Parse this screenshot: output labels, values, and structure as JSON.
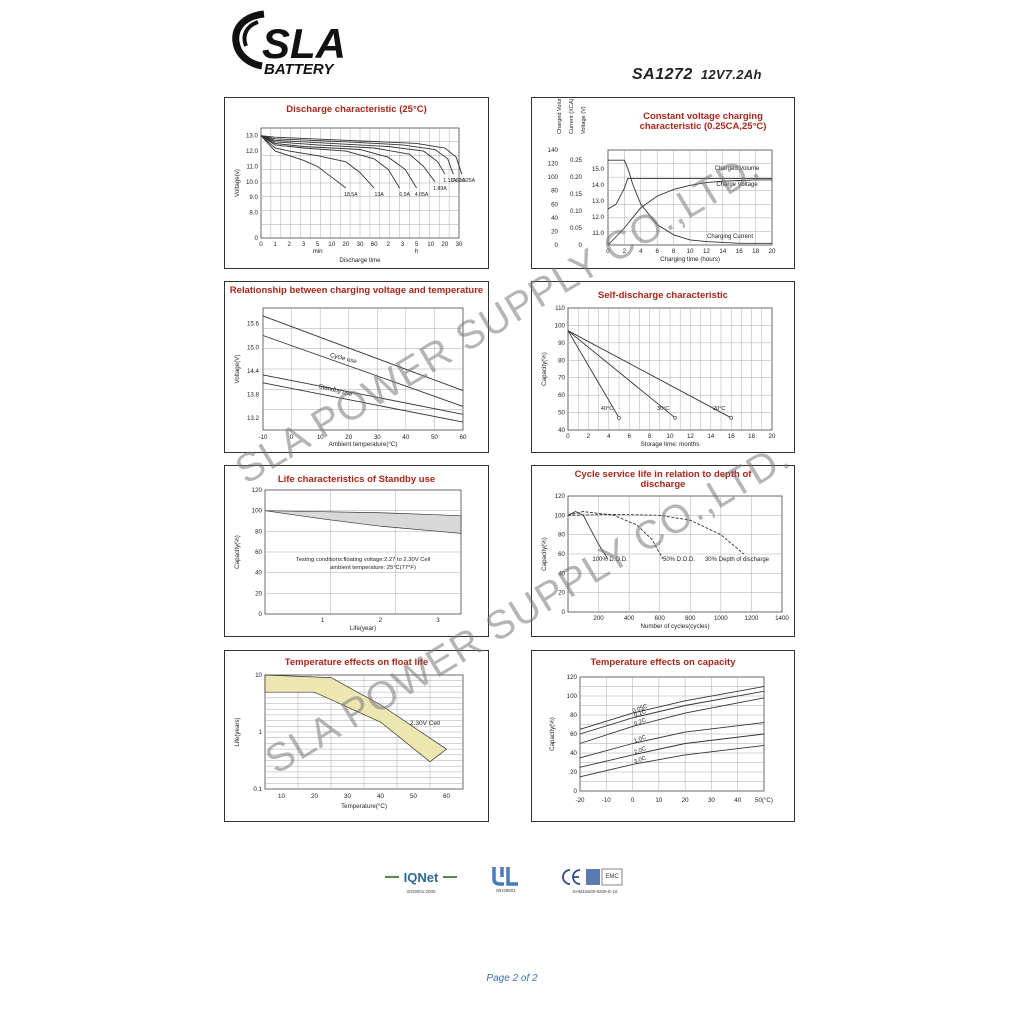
{
  "brand": {
    "logo_top": "SLA",
    "logo_bottom": "BATTERY"
  },
  "model": {
    "code": "SA1272",
    "rating": "12V7.2Ah"
  },
  "watermark": {
    "text1": "SLA POWER SUPPLY CO.,LTD.",
    "text2": "SLA POWER SUPPLY CO.,LTD."
  },
  "footer": {
    "page": "Page 2 of 2"
  },
  "certs": {
    "iqnet": "IQNet",
    "iso": "ISO9001:2000",
    "ul": "MH28801",
    "ce_code": "SHM15608-9205-E-16",
    "emc": "EMC"
  },
  "colors": {
    "title": "#b02418",
    "grid": "#999999",
    "line": "#333333",
    "footer": "#3b6fb5"
  },
  "chart_data": [
    {
      "id": "discharge",
      "type": "line",
      "title": "Discharge characteristic (25°C)",
      "ylabel": "Voltage(v)",
      "xlabel": "Discharge time",
      "x_units": [
        "min",
        "h"
      ],
      "x_ticks": [
        "0",
        "1",
        "2",
        "3",
        "5",
        "10",
        "20",
        "30",
        "60",
        "2",
        "3",
        "5",
        "10",
        "20",
        "30"
      ],
      "y_ticks": [
        "0",
        "8.0",
        "9.0",
        "10.0",
        "11.0",
        "12.0",
        "13.0"
      ],
      "ylim": [
        0,
        13.5
      ],
      "series": [
        {
          "name": "18.5A",
          "x": [
            0,
            1,
            2,
            3,
            4,
            5,
            6
          ],
          "y": [
            13.0,
            12.0,
            11.7,
            11.4,
            11.0,
            10.3,
            9.6
          ]
        },
        {
          "name": "13A",
          "x": [
            0,
            1,
            2,
            4,
            6,
            7,
            8
          ],
          "y": [
            13.0,
            12.2,
            12.0,
            11.7,
            11.3,
            10.6,
            9.6
          ]
        },
        {
          "name": "6.5A",
          "x": [
            0,
            1,
            3,
            6,
            8,
            9,
            9.8
          ],
          "y": [
            13.0,
            12.4,
            12.2,
            12.0,
            11.5,
            10.8,
            9.6
          ]
        },
        {
          "name": "4.05A",
          "x": [
            0,
            1,
            3,
            7,
            9,
            10.2,
            11
          ],
          "y": [
            13.0,
            12.5,
            12.3,
            12.1,
            11.6,
            10.8,
            9.6
          ]
        },
        {
          "name": "1.89A",
          "x": [
            0,
            1,
            4,
            8,
            10.5,
            11.5,
            12.3
          ],
          "y": [
            13.0,
            12.6,
            12.4,
            12.2,
            11.8,
            11.0,
            10.0
          ]
        },
        {
          "name": "1.11A",
          "x": [
            0,
            1,
            5,
            9,
            11.5,
            12.5,
            13
          ],
          "y": [
            13.0,
            12.7,
            12.5,
            12.3,
            12.0,
            11.3,
            10.5
          ]
        },
        {
          "name": "0.63A",
          "x": [
            0,
            1,
            6,
            10,
            12.3,
            13.2,
            13.6
          ],
          "y": [
            13.0,
            12.8,
            12.6,
            12.4,
            12.1,
            11.5,
            10.5
          ]
        },
        {
          "name": "0.325A",
          "x": [
            0,
            1,
            6,
            11,
            13,
            13.8,
            14.2
          ],
          "y": [
            13.0,
            12.9,
            12.7,
            12.5,
            12.2,
            11.6,
            10.5
          ]
        }
      ]
    },
    {
      "id": "cv-charging",
      "type": "line",
      "title": "Constant voltage charging characteristic (0.25CA,25°C)",
      "ylabel_cols": [
        "Charged Volume (%)",
        "Current (XCA)",
        "Voltage (V)"
      ],
      "xlabel": "Charging time (hours)",
      "x_ticks": [
        "0",
        "2",
        "4",
        "6",
        "8",
        "10",
        "12",
        "14",
        "16",
        "18",
        "20"
      ],
      "y_ticks_volume": [
        "0",
        "20",
        "40",
        "60",
        "80",
        "100",
        "120",
        "140"
      ],
      "y_ticks_current": [
        "0",
        "0.05",
        "0.10",
        "0.15",
        "0.20",
        "0.25"
      ],
      "y_ticks_voltage": [
        "11.0",
        "12.0",
        "13.0",
        "14.0",
        "15.0"
      ],
      "series": [
        {
          "name": "Charged Volume",
          "x": [
            0,
            2,
            4,
            6,
            8,
            10,
            12,
            14,
            16,
            18,
            20
          ],
          "y": [
            0,
            25,
            55,
            72,
            82,
            88,
            92,
            94,
            95,
            96,
            96
          ]
        },
        {
          "name": "Charge Voltage",
          "x": [
            0,
            1,
            2,
            2.4,
            3,
            20
          ],
          "y": [
            12.5,
            12.8,
            13.8,
            14.4,
            14.4,
            14.4
          ]
        },
        {
          "name": "Charging Current",
          "x": [
            0,
            2,
            2.5,
            3,
            4,
            6,
            8,
            10,
            12,
            16,
            20
          ],
          "y": [
            0.25,
            0.25,
            0.22,
            0.18,
            0.12,
            0.06,
            0.03,
            0.015,
            0.01,
            0.005,
            0.005
          ]
        }
      ]
    },
    {
      "id": "voltage-temp",
      "type": "line",
      "title": "Relationship between charging voltage and temperature",
      "ylabel": "Voltage(V)",
      "xlabel": "Ambient temperature(°C)",
      "x_ticks": [
        "-10",
        "0",
        "10",
        "20",
        "30",
        "40",
        "50",
        "60"
      ],
      "y_ticks": [
        "13.2",
        "13.8",
        "14.4",
        "15.0",
        "15.6"
      ],
      "xlim": [
        -10,
        60
      ],
      "ylim": [
        12.9,
        16.0
      ],
      "series": [
        {
          "name": "Cycle use",
          "bands": [
            [
              -10,
              15.8,
              60,
              13.9
            ],
            [
              -10,
              15.3,
              60,
              13.5
            ]
          ]
        },
        {
          "name": "Standby use",
          "bands": [
            [
              -10,
              14.3,
              60,
              13.3
            ],
            [
              -10,
              14.1,
              60,
              13.1
            ]
          ]
        }
      ]
    },
    {
      "id": "self-discharge",
      "type": "line",
      "title": "Self-discharge characteristic",
      "ylabel": "Capacity(%)",
      "xlabel": "Storage time: months",
      "x_ticks": [
        "0",
        "2",
        "4",
        "6",
        "8",
        "10",
        "12",
        "14",
        "16",
        "18",
        "20"
      ],
      "y_ticks": [
        "40",
        "50",
        "60",
        "70",
        "80",
        "90",
        "100",
        "110"
      ],
      "xlim": [
        0,
        20
      ],
      "ylim": [
        40,
        110
      ],
      "series": [
        {
          "name": "40°C",
          "x": [
            0,
            5
          ],
          "y": [
            97,
            47
          ]
        },
        {
          "name": "30°C",
          "x": [
            0,
            10.5
          ],
          "y": [
            97,
            47
          ]
        },
        {
          "name": "20°C",
          "x": [
            0,
            16
          ],
          "y": [
            97,
            47
          ]
        }
      ]
    },
    {
      "id": "standby-life",
      "type": "area",
      "title": "Life characteristics of Standby use",
      "ylabel": "Capacity(%)",
      "xlabel": "Life(year)",
      "x_ticks": [
        "1",
        "2",
        "3"
      ],
      "y_ticks": [
        "0",
        "20",
        "40",
        "60",
        "80",
        "100",
        "120"
      ],
      "xlim": [
        0,
        3.4
      ],
      "ylim": [
        0,
        120
      ],
      "annotations": [
        "Testing conditions:floating voltage:2.27 to 2.30V Cell",
        "ambient temperature: 25°C(77°F)"
      ],
      "series": [
        {
          "name": "upper",
          "x": [
            0,
            1,
            2,
            3,
            3.4
          ],
          "y": [
            100,
            99,
            98,
            96,
            95
          ]
        },
        {
          "name": "lower",
          "x": [
            0,
            1,
            2,
            3,
            3.4
          ],
          "y": [
            100,
            92,
            85,
            80,
            78
          ]
        }
      ]
    },
    {
      "id": "cycle-life",
      "type": "line",
      "title": "Cycle service life in relation to depth of discharge",
      "ylabel": "Capacity(%)",
      "xlabel": "Number of cycles(cycles)",
      "x_ticks": [
        "200",
        "400",
        "600",
        "800",
        "1000",
        "1200",
        "1400"
      ],
      "y_ticks": [
        "0",
        "20",
        "40",
        "60",
        "80",
        "100",
        "120"
      ],
      "xlim": [
        0,
        1400
      ],
      "ylim": [
        0,
        120
      ],
      "series": [
        {
          "name": "100% D.O.D.",
          "x": [
            0,
            50,
            100,
            150,
            200,
            260
          ],
          "y": [
            100,
            104,
            100,
            85,
            70,
            55
          ]
        },
        {
          "name": "50% D.O.D.",
          "x": [
            0,
            100,
            300,
            450,
            550,
            620
          ],
          "y": [
            100,
            104,
            100,
            90,
            75,
            55
          ]
        },
        {
          "name": "30% Depth of discharge",
          "x": [
            0,
            300,
            600,
            800,
            1000,
            1150
          ],
          "y": [
            100,
            101,
            100,
            95,
            80,
            60
          ]
        }
      ]
    },
    {
      "id": "float-life",
      "type": "area",
      "title": "Temperature effects on float life",
      "ylabel": "Life(years)",
      "xlabel": "Temperature(°C)",
      "x_ticks": [
        "10",
        "20",
        "30",
        "40",
        "50",
        "60"
      ],
      "y_ticks": [
        "0.1",
        "1",
        "10"
      ],
      "y_scale": "log",
      "xlim": [
        5,
        65
      ],
      "annotations": [
        "2.30V Cell"
      ],
      "series": [
        {
          "name": "upper",
          "x": [
            5,
            25,
            40,
            60
          ],
          "y": [
            10,
            9,
            3,
            0.5
          ]
        },
        {
          "name": "lower",
          "x": [
            5,
            20,
            40,
            55
          ],
          "y": [
            5,
            5,
            1.5,
            0.3
          ]
        }
      ]
    },
    {
      "id": "temp-capacity",
      "type": "line",
      "title": "Temperature effects on capacity",
      "ylabel": "Capacity(%)",
      "xlabel": "",
      "x_ticks": [
        "-20",
        "-10",
        "0",
        "10",
        "20",
        "30",
        "40",
        "50(°C)"
      ],
      "y_ticks": [
        "0",
        "20",
        "40",
        "60",
        "80",
        "100",
        "120"
      ],
      "xlim": [
        -20,
        50
      ],
      "ylim": [
        0,
        120
      ],
      "series": [
        {
          "name": "0.05C",
          "x": [
            -20,
            0,
            20,
            50
          ],
          "y": [
            65,
            82,
            95,
            110
          ]
        },
        {
          "name": "0.1C",
          "x": [
            -20,
            0,
            20,
            50
          ],
          "y": [
            60,
            77,
            90,
            105
          ]
        },
        {
          "name": "0.2C",
          "x": [
            -20,
            0,
            20,
            50
          ],
          "y": [
            50,
            68,
            82,
            98
          ]
        },
        {
          "name": "1.0C",
          "x": [
            -20,
            0,
            20,
            50
          ],
          "y": [
            35,
            50,
            62,
            72
          ]
        },
        {
          "name": "2.0C",
          "x": [
            -20,
            0,
            20,
            50
          ],
          "y": [
            25,
            38,
            50,
            60
          ]
        },
        {
          "name": "3.0C",
          "x": [
            -20,
            0,
            20,
            50
          ],
          "y": [
            15,
            28,
            38,
            48
          ]
        }
      ]
    }
  ]
}
